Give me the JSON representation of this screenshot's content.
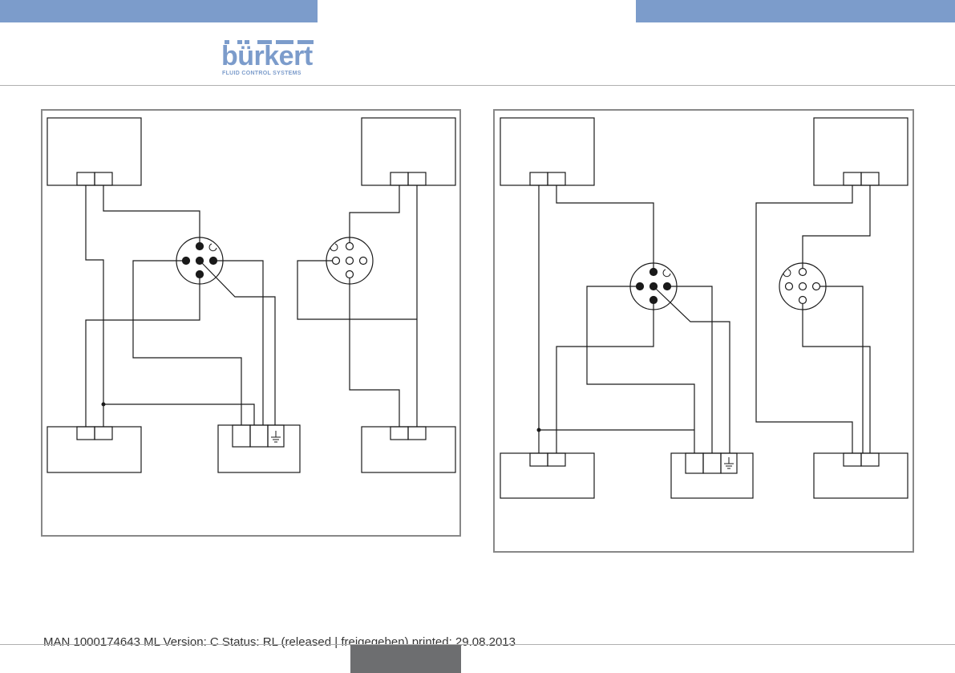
{
  "header": {
    "brand_name": "bürkert",
    "brand_tagline": "FLUID CONTROL SYSTEMS",
    "accent_color": "#7c9ccb"
  },
  "footer": {
    "document_info": "MAN  1000174643  ML  Version: C Status: RL (released | freigegeben)  printed: 29.08.2013",
    "page_tab_color": "#6d6e70"
  },
  "diagrams": {
    "count": 2,
    "line_color": "#1a1a1a",
    "frame_color": "#888888"
  }
}
